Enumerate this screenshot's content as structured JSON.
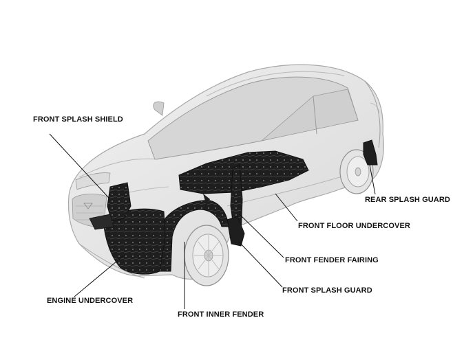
{
  "labels": {
    "front_splash_shield": "FRONT SPLASH SHIELD",
    "rear_splash_guard": "REAR SPLASH GUARD",
    "front_floor_undercover": "FRONT FLOOR UNDERCOVER",
    "front_fender_fairing": "FRONT FENDER FAIRING",
    "front_splash_guard": "FRONT SPLASH GUARD",
    "engine_undercover": "ENGINE UNDERCOVER",
    "front_inner_fender": "FRONT INNER FENDER"
  },
  "colors": {
    "car_body": "#e9e9e9",
    "car_outline": "#a9a9a9",
    "part_fill": "#1e1e1e",
    "leader_line": "#111111"
  }
}
